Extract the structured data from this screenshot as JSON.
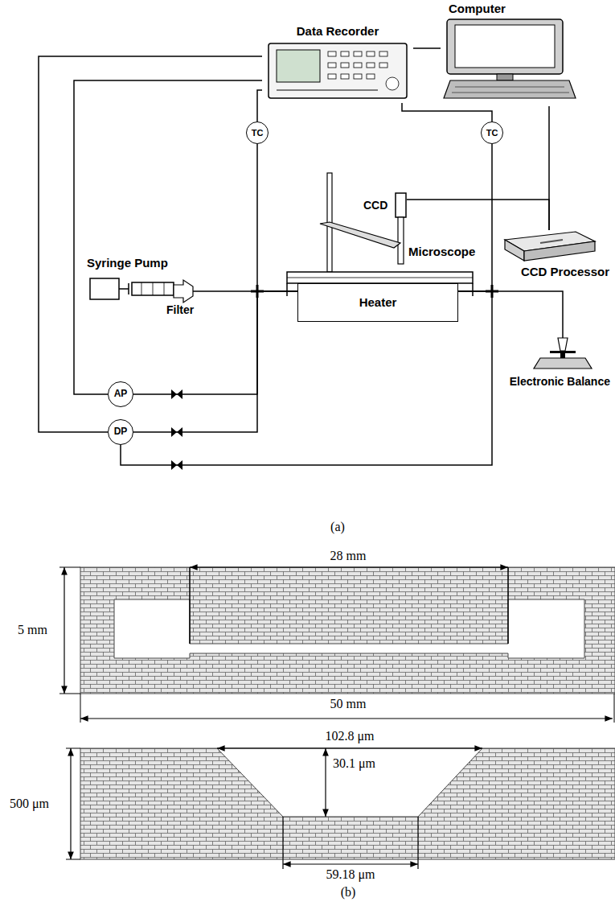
{
  "diagram": {
    "nodes": [
      {
        "text": [
          "Computer"
        ]
      },
      {
        "text": [
          "Data Recorder"
        ]
      },
      {
        "text": [
          "TC"
        ]
      },
      {
        "text": [
          "TC"
        ]
      },
      {
        "text": [
          "CCD"
        ]
      },
      {
        "text": [
          "Microscope"
        ]
      },
      {
        "text": [
          "CCD Processor"
        ]
      },
      {
        "text": [
          "Syringe Pump"
        ]
      },
      {
        "text": [
          "Heater"
        ]
      },
      {
        "text": [
          "Electronic Balance"
        ]
      },
      {
        "text": [
          "AP"
        ]
      },
      {
        "text": [
          "DP"
        ]
      }
    ],
    "edges": [
      {
        "from": 1,
        "to": 0,
        "arrow": "none"
      },
      {
        "from": 1,
        "to": 2,
        "arrow": "none"
      },
      {
        "from": 1,
        "to": 3,
        "arrow": "none"
      },
      {
        "from": 4,
        "to": 6,
        "arrow": "none"
      },
      {
        "from": 0,
        "to": 6,
        "arrow": "none"
      },
      {
        "from": 7,
        "to": 8,
        "arrow": "none"
      },
      {
        "from": 2,
        "to": 8,
        "arrow": "none"
      },
      {
        "from": 10,
        "to": 8,
        "arrow": "none"
      },
      {
        "from": 11,
        "to": 8,
        "arrow": "none"
      },
      {
        "from": 11,
        "to": 8,
        "arrow": "none"
      },
      {
        "from": 3,
        "to": 8,
        "arrow": "none"
      },
      {
        "from": 8,
        "to": 9,
        "arrow": "none"
      },
      {
        "from": 1,
        "to": 10,
        "arrow": "none"
      },
      {
        "from": 1,
        "to": 11,
        "arrow": "none"
      }
    ],
    "labels": [
      "Filter",
      "(a)",
      "28 mm",
      "5 mm",
      "50 mm",
      "102.8 μm",
      "30.1 μm",
      "500 μm",
      "59.18 μm",
      "(b)"
    ]
  }
}
